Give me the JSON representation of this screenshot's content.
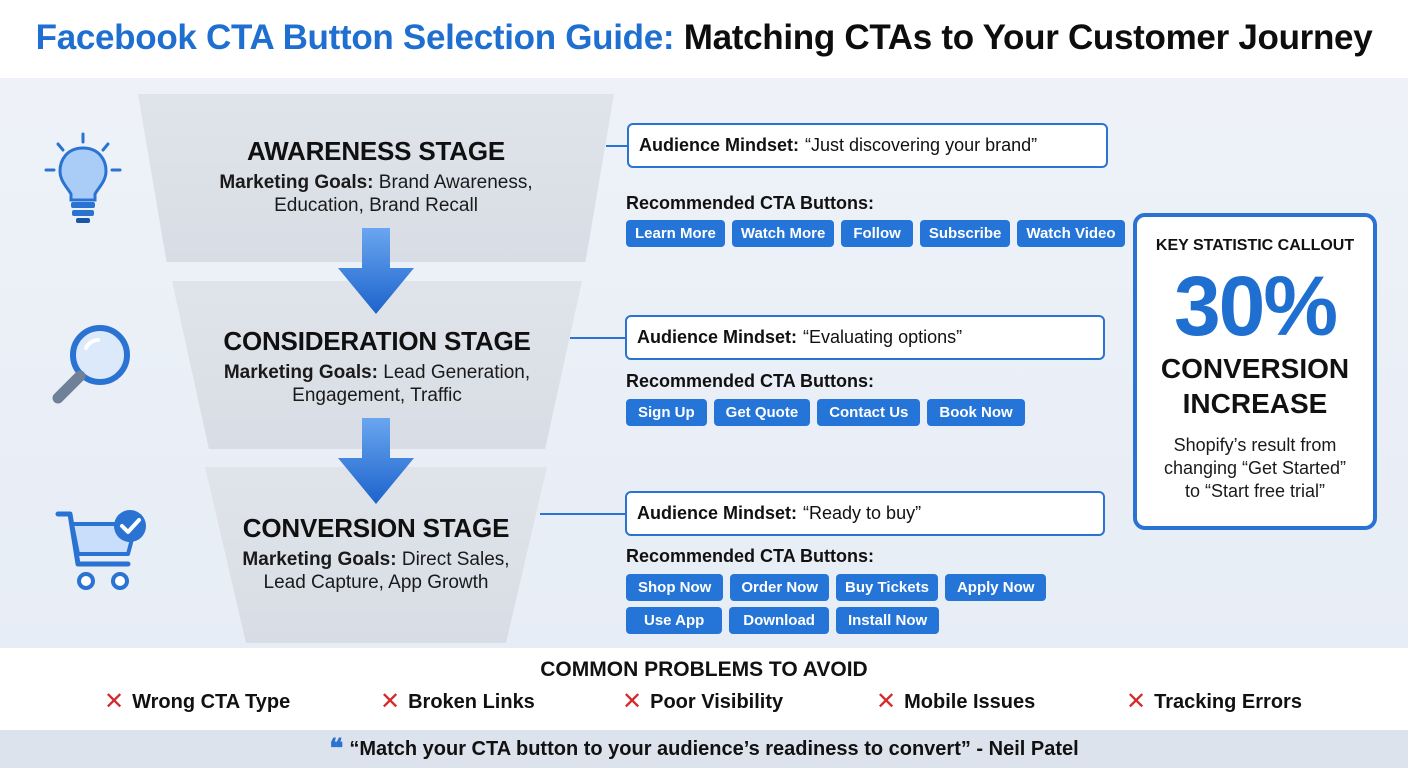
{
  "title": {
    "part1": "Facebook CTA Button Selection Guide:",
    "part2": "Matching CTAs to Your Customer Journey"
  },
  "stages": [
    {
      "title": "AWARENESS STAGE",
      "goals_label": "Marketing Goals:",
      "goals_line1": "Brand Awareness,",
      "goals_line2": "Education, Brand Recall",
      "icon": "lightbulb-icon",
      "mindset_label": "Audience Mindset:",
      "mindset_text": "“Just discovering your brand”",
      "rec_label": "Recommended CTA Buttons:",
      "buttons": [
        "Learn More",
        "Watch More",
        "Follow",
        "Subscribe",
        "Watch Video"
      ]
    },
    {
      "title": "CONSIDERATION STAGE",
      "goals_label": "Marketing Goals:",
      "goals_line1": "Lead Generation,",
      "goals_line2": "Engagement, Traffic",
      "icon": "magnifier-icon",
      "mindset_label": "Audience Mindset:",
      "mindset_text": "“Evaluating options”",
      "rec_label": "Recommended CTA Buttons:",
      "buttons": [
        "Sign Up",
        "Get Quote",
        "Contact Us",
        "Book Now"
      ]
    },
    {
      "title": "CONVERSION STAGE",
      "goals_label": "Marketing Goals:",
      "goals_line1": "Direct Sales,",
      "goals_line2": "Lead Capture, App Growth",
      "icon": "shopping-cart-check-icon",
      "mindset_label": "Audience Mindset:",
      "mindset_text": "“Ready to buy”",
      "rec_label": "Recommended CTA Buttons:",
      "buttons_row1": [
        "Shop Now",
        "Order Now",
        "Buy Tickets",
        "Apply Now"
      ],
      "buttons_row2": [
        "Use App",
        "Download",
        "Install Now"
      ]
    }
  ],
  "stat": {
    "heading": "KEY STATISTIC CALLOUT",
    "number": "30%",
    "label_line1": "CONVERSION",
    "label_line2": "INCREASE",
    "desc_line1": "Shopify’s result from",
    "desc_line2": "changing “Get Started”",
    "desc_line3": "to “Start free trial”"
  },
  "problems": {
    "title": "COMMON PROBLEMS TO AVOID",
    "items": [
      "Wrong CTA Type",
      "Broken Links",
      "Poor Visibility",
      "Mobile Issues",
      "Tracking Errors"
    ]
  },
  "quote": {
    "mark": "❝",
    "text": "“Match your CTA button to your audience’s readiness to convert” - Neil Patel"
  },
  "colors": {
    "accent_blue": "#1f6fd1",
    "button_blue": "#2575d9",
    "error_red": "#d42a2a",
    "funnel_gray": "#dde1e7"
  }
}
